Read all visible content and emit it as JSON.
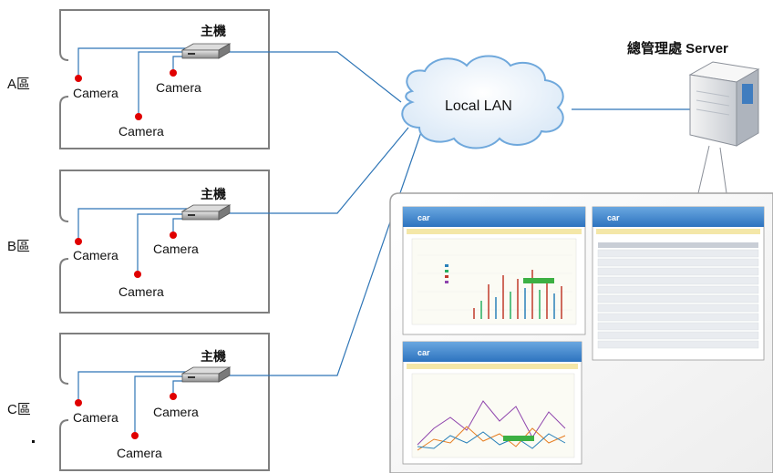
{
  "zones": [
    {
      "label": "A區",
      "host_label": "主機",
      "cameras": [
        "Camera",
        "Camera",
        "Camera"
      ]
    },
    {
      "label": "B區",
      "host_label": "主機",
      "cameras": [
        "Camera",
        "Camera",
        "Camera"
      ]
    },
    {
      "label": "C區",
      "host_label": "主機",
      "cameras": [
        "Camera",
        "Camera",
        "Camera"
      ]
    }
  ],
  "network": {
    "label": "Local LAN"
  },
  "server": {
    "label": "總管理處 Server"
  },
  "screens": {
    "brand": "car"
  },
  "colors": {
    "link": "#2e75b6",
    "camera_dot": "#e00000",
    "zone_border": "#7f7f7f",
    "cloud_stroke": "#6fa8dc",
    "panel_border": "#a0a0a0"
  }
}
